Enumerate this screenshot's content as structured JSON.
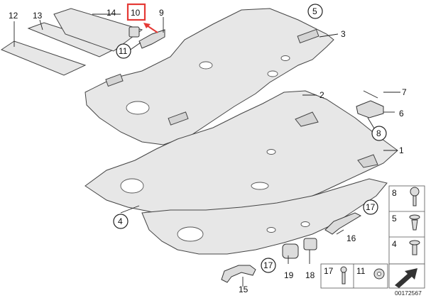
{
  "diagram": {
    "document_number": "00172567",
    "highlighted_part": "10",
    "highlight_color": "#e53935",
    "callouts": {
      "p1": "1",
      "p2": "2",
      "p3": "3",
      "p4": "4",
      "p5": "5",
      "p6": "6",
      "p7": "7",
      "p8": "8",
      "p9": "9",
      "p10": "10",
      "p11": "11",
      "p12": "12",
      "p13": "13",
      "p14": "14",
      "p15": "15",
      "p16": "16",
      "p17": "17",
      "p18": "18",
      "p19": "19"
    },
    "legend": {
      "row1": "8",
      "row2": "5",
      "row3": "4",
      "bottom_a": "17",
      "bottom_b": "11"
    }
  }
}
